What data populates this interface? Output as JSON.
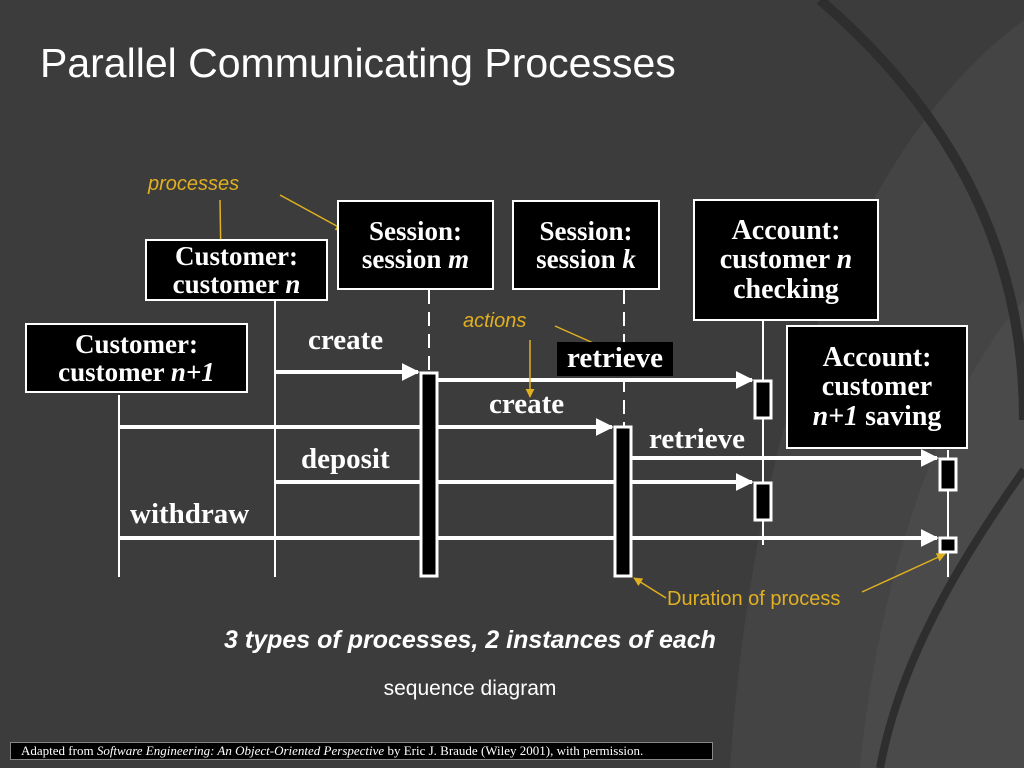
{
  "slide": {
    "title": "Parallel Communicating Processes",
    "caption": "3 types of processes, 2 instances of each",
    "subcaption": "sequence diagram",
    "credit": {
      "prefix": "Adapted from ",
      "book": "Software Engineering: An Object-Oriented Perspective",
      "suffix": " by Eric J. Braude (Wiley 2001), with permission."
    }
  },
  "objects": {
    "customer_n": {
      "class": "Customer:",
      "name": "customer ",
      "var": "n"
    },
    "customer_n1": {
      "class": "Customer:",
      "name": "customer ",
      "var": "n+1"
    },
    "session_m": {
      "class": "Session:",
      "name": "session ",
      "var": "m"
    },
    "session_k": {
      "class": "Session:",
      "name": "session ",
      "var": "k"
    },
    "account_n": {
      "class": "Account:",
      "name": "customer ",
      "var": "n",
      "kind": "checking"
    },
    "account_n1": {
      "class": "Account:",
      "name": "customer",
      "var": "n+1",
      "kind": " saving"
    }
  },
  "messages": {
    "create_1": "create",
    "create_2": "create",
    "retrieve_1": "retrieve",
    "retrieve_2": "retrieve",
    "deposit": "deposit",
    "withdraw": "withdraw"
  },
  "annotations": {
    "processes": "processes",
    "actions": "actions",
    "duration": "Duration of process"
  },
  "colors": {
    "background": "#3c3c3c",
    "annotation": "#e0b020",
    "foreground": "#ffffff"
  }
}
